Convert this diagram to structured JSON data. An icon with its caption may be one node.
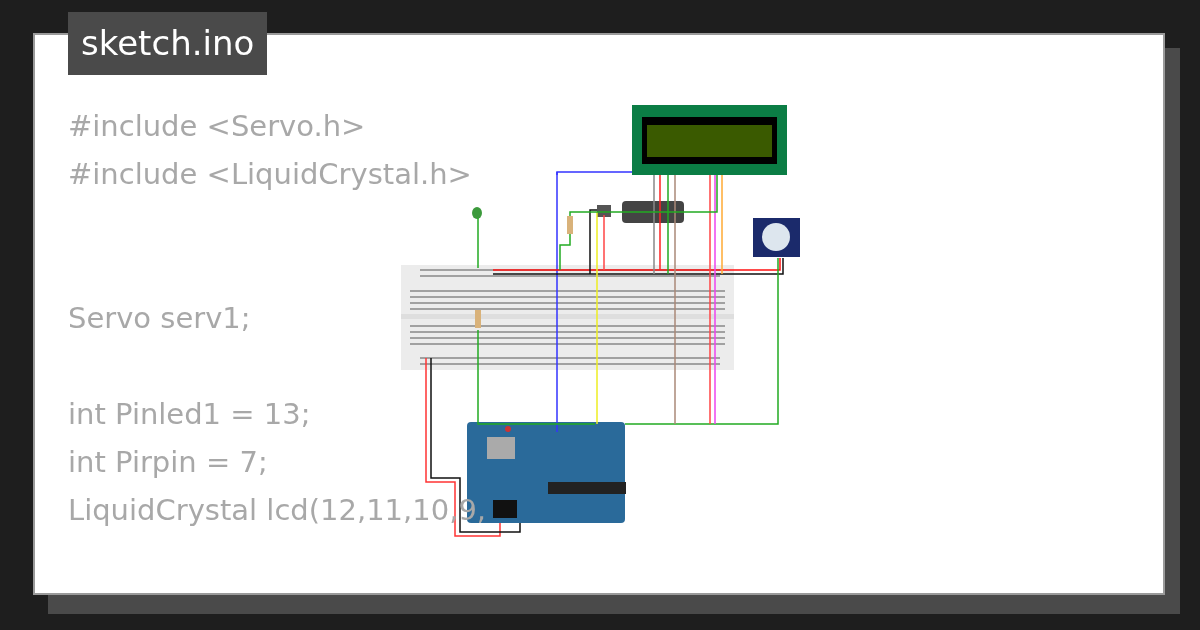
{
  "diagram": {
    "title": "sketch.ino",
    "labels": [
      "#include <Servo.h>",
      "#include <LiquidCrystal.h>",
      "Servo serv1;",
      "int Pinled1 = 13;",
      "int Pirpin = 7;",
      "LiquidCrystal lcd(12,11,10,9,"
    ]
  }
}
